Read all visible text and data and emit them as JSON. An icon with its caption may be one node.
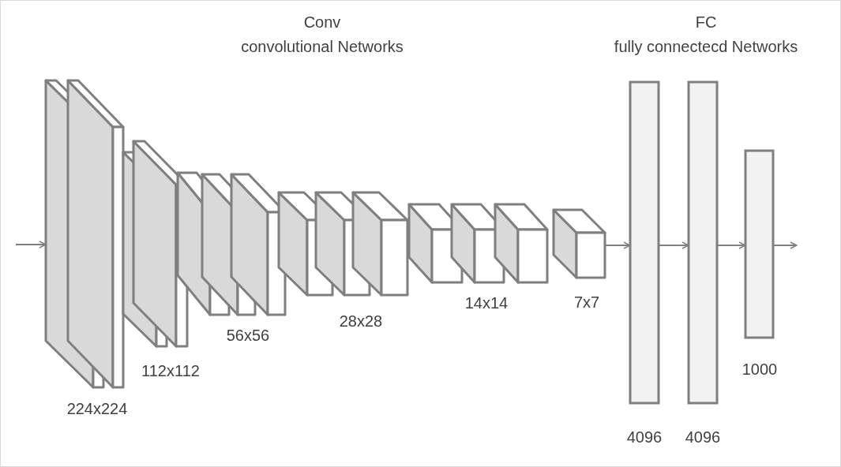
{
  "diagram": {
    "nodes": [
      {
        "text": [],
        "shape": "box"
      },
      {
        "text": [],
        "shape": "box"
      },
      {
        "text": [],
        "shape": "box"
      },
      {
        "text": [],
        "shape": "box"
      },
      {
        "text": [],
        "shape": "box"
      },
      {
        "text": [],
        "shape": "box"
      },
      {
        "text": [],
        "shape": "box"
      },
      {
        "text": [],
        "shape": "box"
      },
      {
        "text": [],
        "shape": "box"
      },
      {
        "text": [],
        "shape": "box"
      },
      {
        "text": [],
        "shape": "box"
      },
      {
        "text": [],
        "shape": "box"
      },
      {
        "text": [],
        "shape": "box"
      },
      {
        "text": [],
        "shape": "box"
      },
      {
        "text": [],
        "shape": "bar"
      },
      {
        "text": [],
        "shape": "bar"
      },
      {
        "text": [],
        "shape": "bar"
      }
    ],
    "edges": [
      {
        "from": null,
        "to": 0,
        "arrow": "to"
      },
      {
        "from": 13,
        "to": 14,
        "arrow": "to"
      },
      {
        "from": 14,
        "to": 15,
        "arrow": "to"
      },
      {
        "from": 15,
        "to": 16,
        "arrow": "to"
      },
      {
        "from": 16,
        "to": null,
        "arrow": "to"
      }
    ],
    "labels": [
      "Conv",
      "convolutional Networks",
      "FC",
      "fully connectecd Networks",
      "224x224",
      "112x112",
      "56x56",
      "28x28",
      "14x14",
      "7x7",
      "4096",
      "4096",
      "1000"
    ]
  }
}
